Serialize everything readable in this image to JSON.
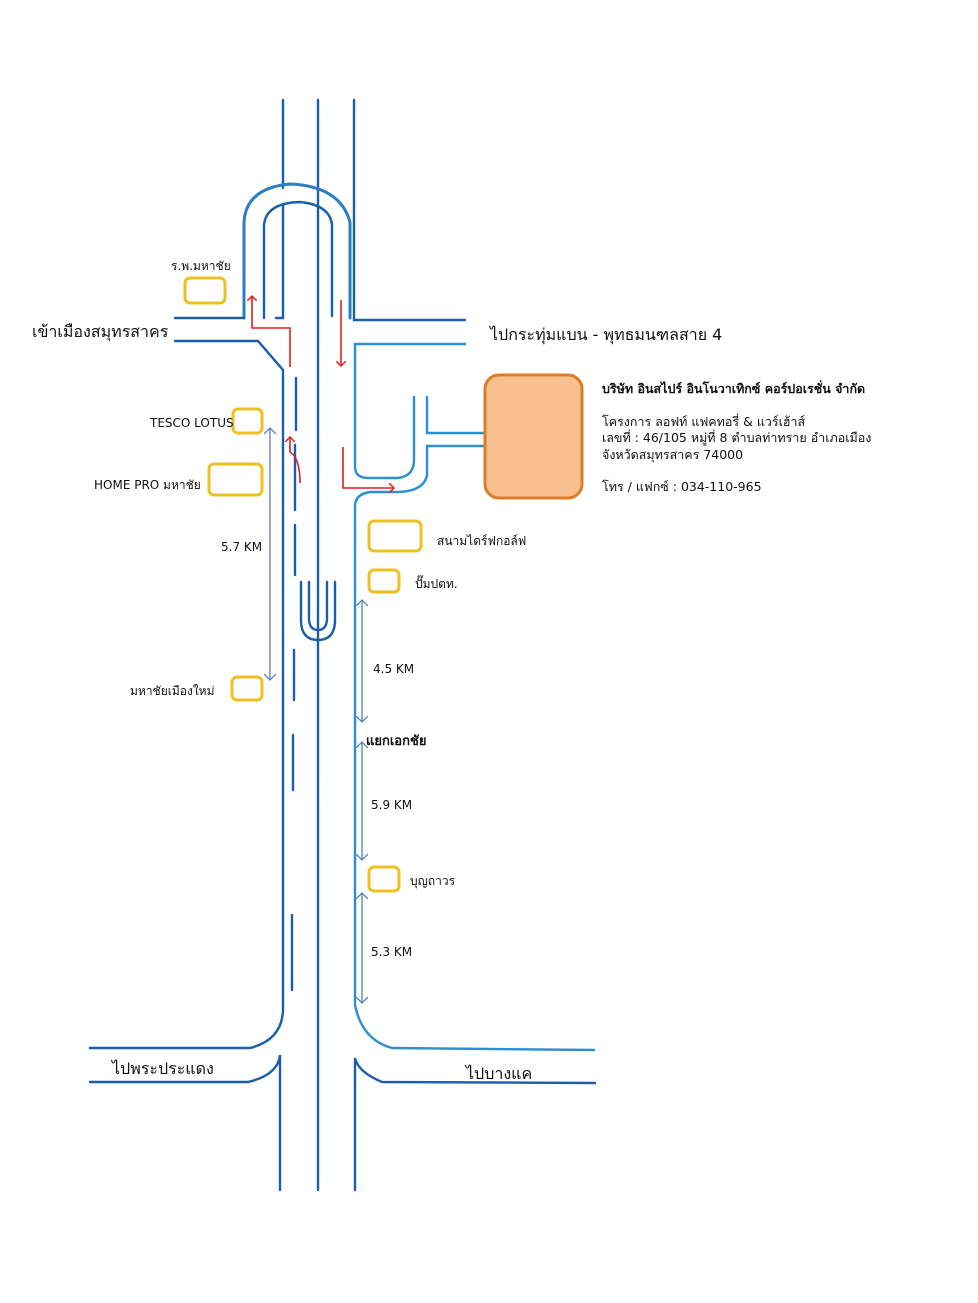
{
  "colors": {
    "road": "#1b5fa8",
    "road_light": "#2b8fd0",
    "route_arrow": "#e02020",
    "distance_arrow": "#5b7fb8",
    "landmark_box": "#f0c020",
    "company_fill": "#f8c08f",
    "company_stroke": "#e07b28"
  },
  "roads": {
    "west_upper": "เข้าเมืองสมุทรสาคร",
    "east_upper": "ไปกระทุ่มแบน - พุทธมนฑลสาย 4",
    "west_lower": "ไปพระประแดง",
    "east_lower": "ไปบางแค"
  },
  "landmarks": {
    "hospital": "ร.พ.มหาชัย",
    "tesco": "TESCO LOTUS",
    "homepro": "HOME PRO มหาชัย",
    "mahachai_new": "มหาชัยเมืองใหม่",
    "driving_range": "สนามไดร์ฟกอล์ฟ",
    "ptt": "ปั๊มปตท.",
    "ekachai": "แยกเอกชัย",
    "boonthavorn": "บุญถาวร"
  },
  "distances": {
    "left": "5.7 KM",
    "right_1": "4.5 KM",
    "right_2": "5.9 KM",
    "right_3": "5.3 KM"
  },
  "company": {
    "name": "บริษัท อินสไปร์ อินโนวาเทิกซ์ คอร์ปอเรชั่น จำกัด",
    "project": "โครงการ ลอฟท์ แฟคทอรี่ & แวร์เฮ้าส์",
    "address_1": "เลขที่ : 46/105 หมู่ที่ 8 ตำบลท่าทราย อำเภอเมือง",
    "address_2": "จังหวัดสมุทรสาคร 74000",
    "phone": "โทร / แฟกซ์ : 034-110-965"
  }
}
